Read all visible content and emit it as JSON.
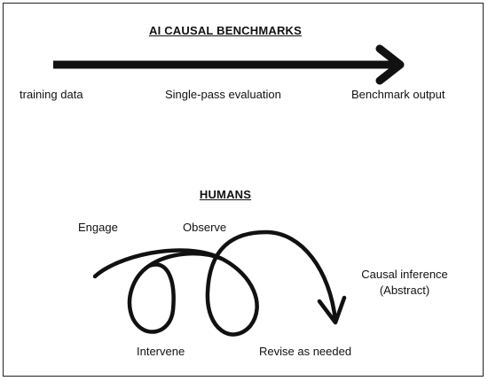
{
  "ai_section": {
    "title": "AI CAUSAL BENCHMARKS",
    "labels": {
      "start": "training data",
      "middle": "Single-pass evaluation",
      "end": "Benchmark output"
    }
  },
  "human_section": {
    "title": "HUMANS",
    "labels": {
      "engage": "Engage",
      "observe": "Observe",
      "intervene": "Intervene",
      "revise": "Revise as needed",
      "inference_line1": "Causal inference",
      "inference_line2": "(Abstract)"
    }
  },
  "colors": {
    "ink": "#111111",
    "background": "#ffffff",
    "border": "#222222"
  }
}
